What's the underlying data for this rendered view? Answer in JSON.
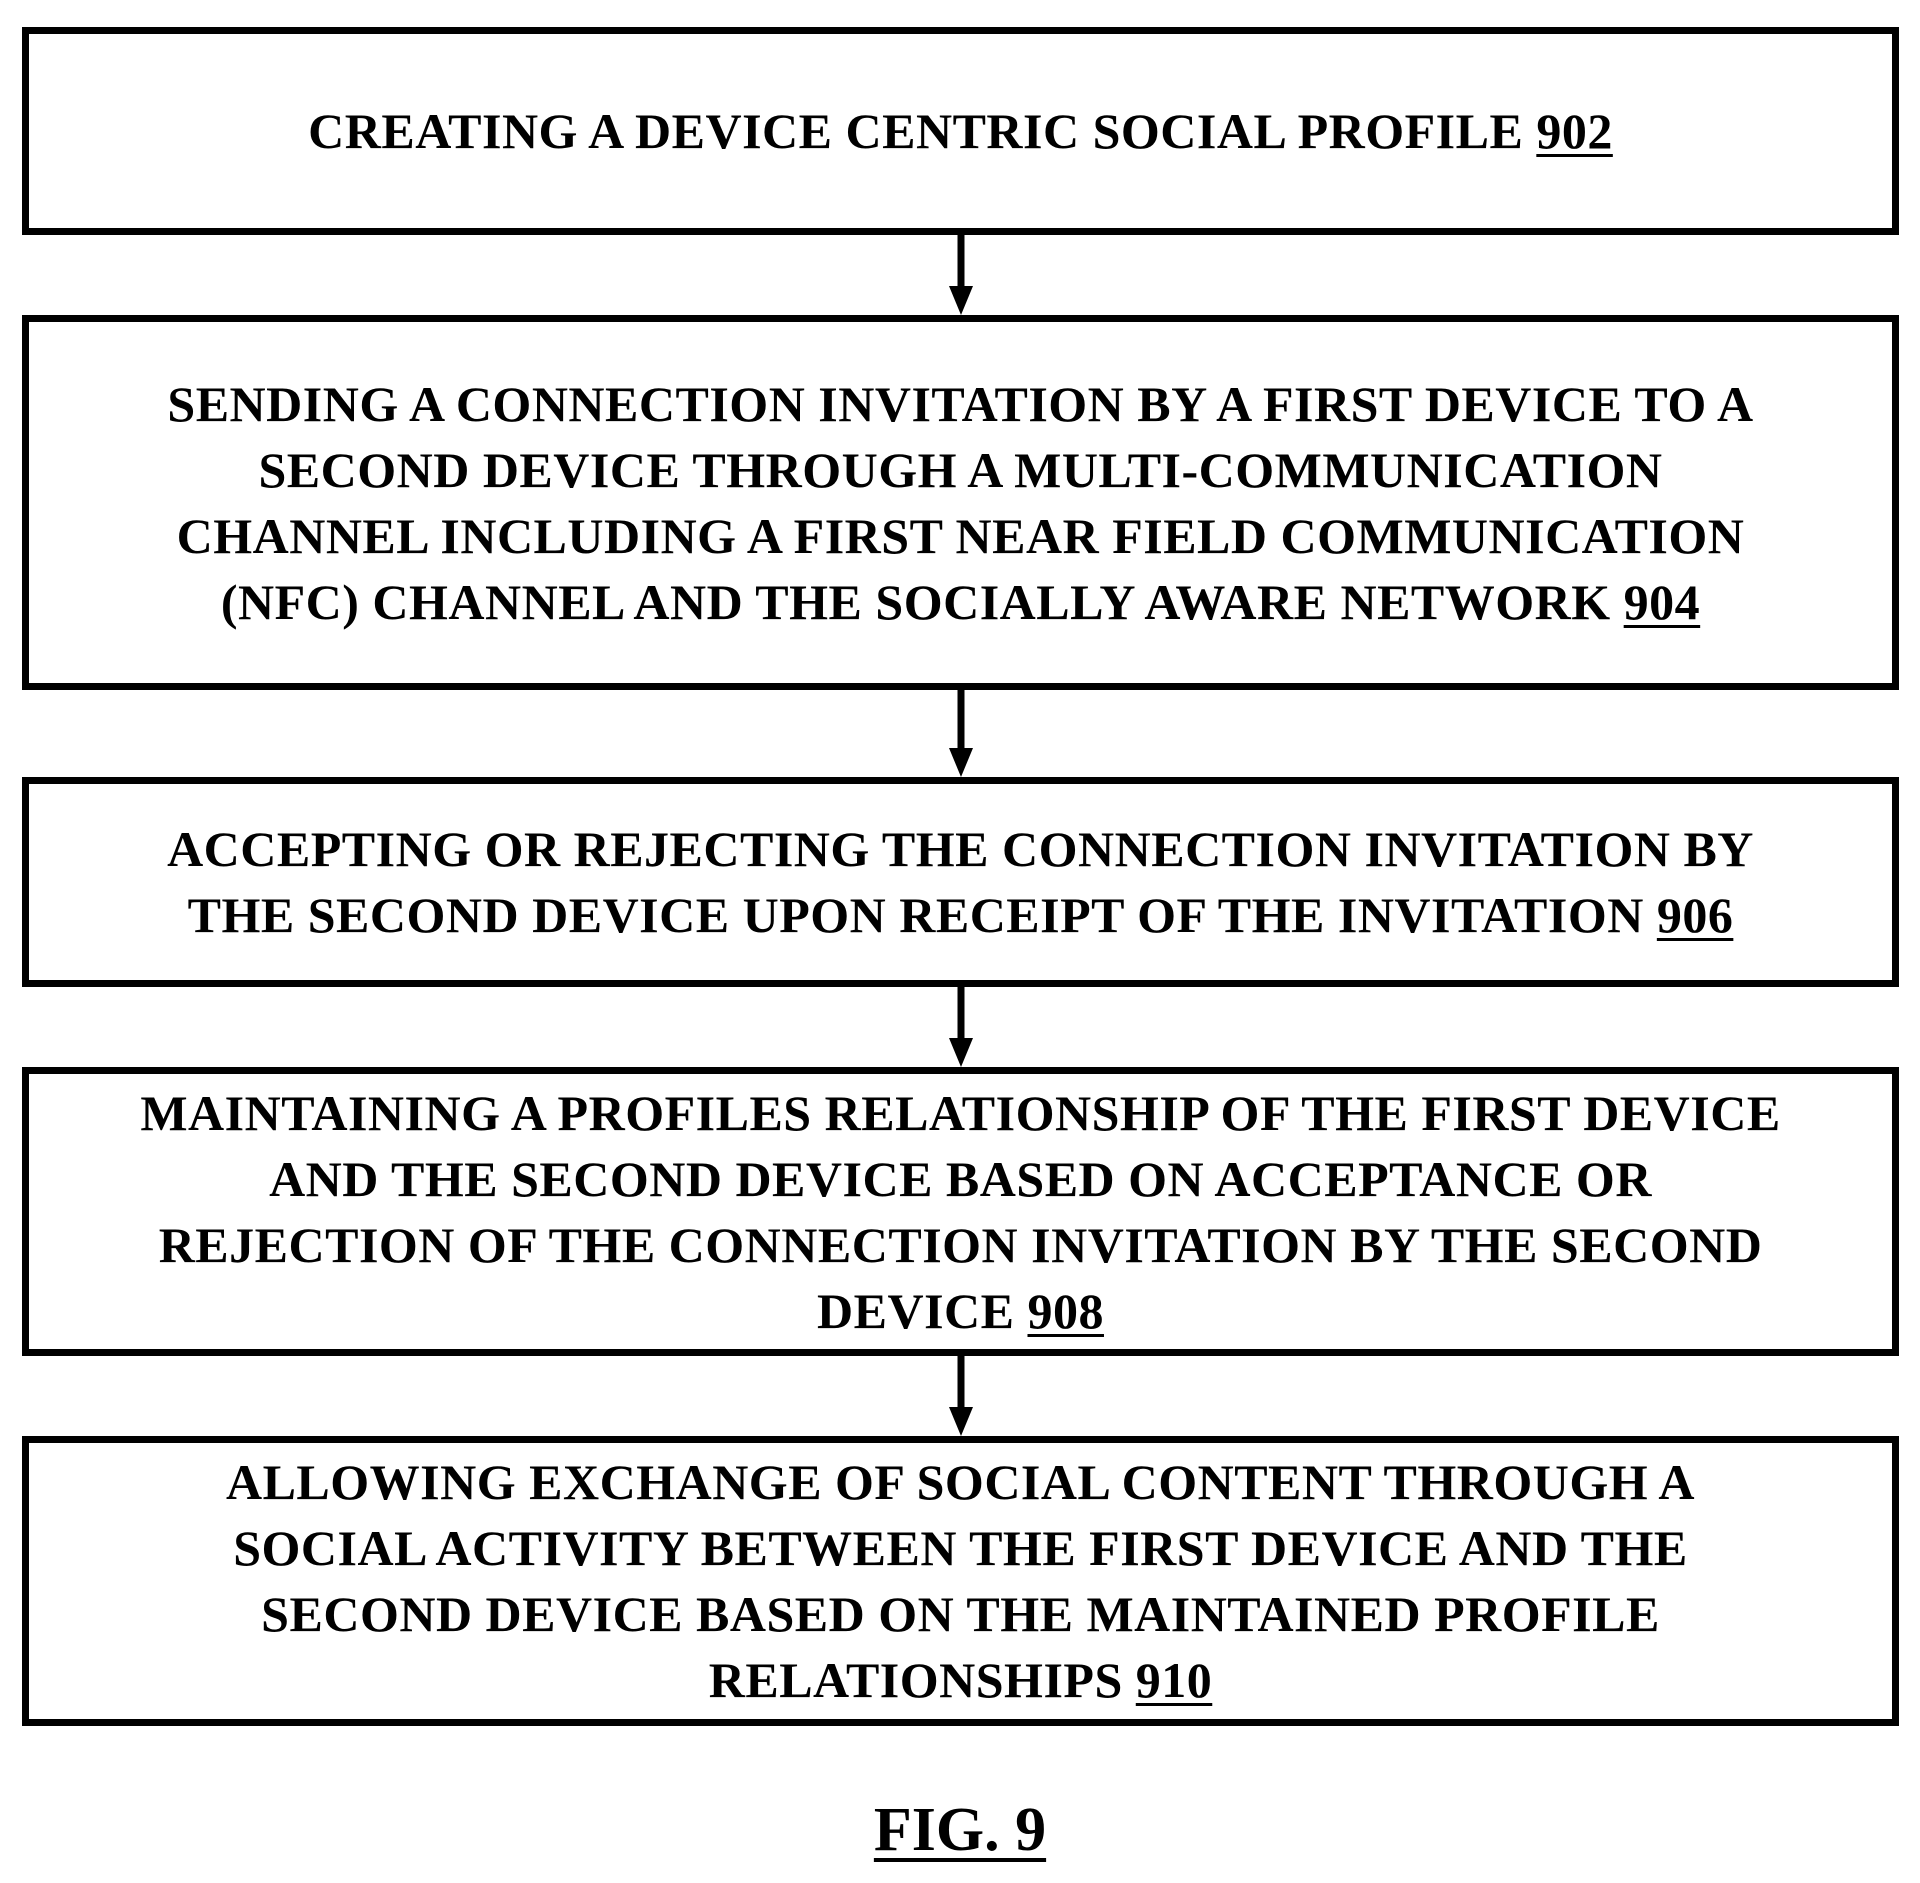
{
  "steps": [
    {
      "id": "902",
      "lines": [
        "CREATING A DEVICE CENTRIC SOCIAL PROFILE"
      ],
      "ref": "902"
    },
    {
      "id": "904",
      "lines": [
        "SENDING A CONNECTION INVITATION BY A FIRST DEVICE TO A",
        "SECOND DEVICE THROUGH A MULTI-COMMUNICATION",
        "CHANNEL INCLUDING A FIRST NEAR FIELD COMMUNICATION",
        "(NFC) CHANNEL AND THE SOCIALLY AWARE NETWORK"
      ],
      "ref": "904"
    },
    {
      "id": "906",
      "lines": [
        "ACCEPTING OR REJECTING THE CONNECTION INVITATION BY",
        "THE SECOND DEVICE UPON RECEIPT OF THE INVITATION"
      ],
      "ref": "906"
    },
    {
      "id": "908",
      "lines": [
        "MAINTAINING A PROFILES RELATIONSHIP OF THE FIRST DEVICE",
        "AND THE SECOND DEVICE BASED ON ACCEPTANCE OR",
        "REJECTION OF THE CONNECTION INVITATION BY THE SECOND",
        "DEVICE"
      ],
      "ref": "908"
    },
    {
      "id": "910",
      "lines": [
        "ALLOWING EXCHANGE OF SOCIAL CONTENT THROUGH A",
        "SOCIAL ACTIVITY BETWEEN THE FIRST DEVICE AND THE",
        "SECOND DEVICE BASED ON THE MAINTAINED PROFILE",
        "RELATIONSHIPS"
      ],
      "ref": "910"
    }
  ],
  "figure_label": "FIG. 9"
}
